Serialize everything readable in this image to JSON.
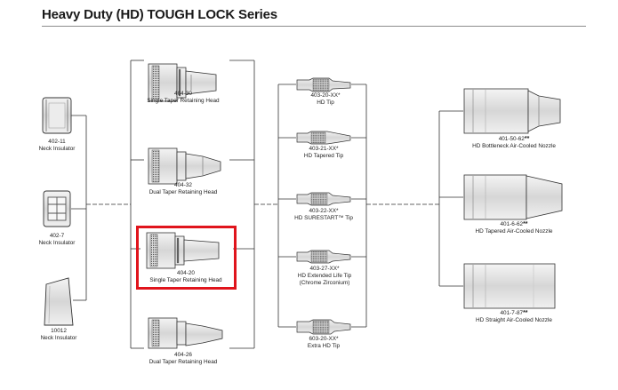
{
  "title": "Heavy Duty (HD) TOUGH LOCK Series",
  "highlight_color": "#e0141c",
  "insulators": [
    {
      "number": "402-11",
      "name": "Neck Insulator"
    },
    {
      "number": "402-7",
      "name": "Neck Insulator"
    },
    {
      "number": "10012",
      "name": "Neck Insulator"
    }
  ],
  "retaining_heads": [
    {
      "number": "404-30",
      "name": "Single Taper Retaining Head"
    },
    {
      "number": "404-32",
      "name": "Dual Taper Retaining Head"
    },
    {
      "number": "404-20",
      "name": "Single Taper Retaining Head",
      "highlighted": true
    },
    {
      "number": "404-26",
      "name": "Dual Taper Retaining Head"
    }
  ],
  "tips": [
    {
      "number": "403-20-XX*",
      "name": "HD Tip"
    },
    {
      "number": "403-21-XX*",
      "name": "HD Tapered Tip"
    },
    {
      "number": "403-22-XX*",
      "name": "HD SURESTART™ Tip"
    },
    {
      "number": "403-27-XX*",
      "name": "HD Extended Life Tip",
      "note": "(Chrome Zirconium)"
    },
    {
      "number": "603-20-XX*",
      "name": "Extra HD Tip"
    }
  ],
  "nozzles": [
    {
      "number": "401-50-62",
      "stars": "**",
      "name": "HD Bottleneck Air-Cooled Nozzle"
    },
    {
      "number": "401-6-62",
      "stars": "**",
      "name": "HD Tapered Air-Cooled Nozzle"
    },
    {
      "number": "401-7-87",
      "stars": "**",
      "name": "HD Straight Air-Cooled Nozzle"
    }
  ]
}
